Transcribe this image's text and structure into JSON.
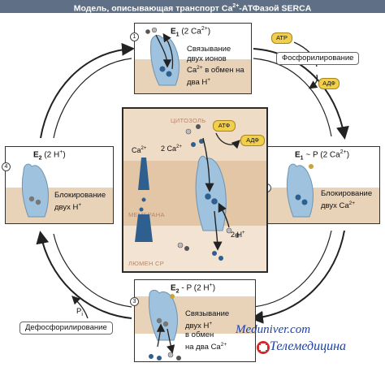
{
  "title": {
    "pre": "Модель, описывающая транспорт Ca",
    "sup": "2+",
    "post": "-АТФазой SERCA"
  },
  "states": {
    "s1": {
      "num": "1",
      "name": "E",
      "sub": "1",
      "rest": " (2 Ca",
      "sup": "2+",
      "close": ")",
      "desc": {
        "l1": "Связывание",
        "l2": "двух ионов",
        "l3a": "Ca",
        "l3sup": "2+",
        "l3b": " в обмен на",
        "l4": "два H",
        "l4sup": "+"
      }
    },
    "s2": {
      "num": "2",
      "name": "E",
      "sub": "1",
      "rest": " ~ P (2 Ca",
      "sup": "2+",
      "close": ")",
      "desc": {
        "l1": "Блокирование",
        "l2a": "двух Ca",
        "l2sup": "2+"
      }
    },
    "s3": {
      "num": "3",
      "name": "E",
      "sub": "2",
      "rest": " - P (2 H",
      "sup": "+",
      "close": ")",
      "desc": {
        "l1": "Связывание",
        "l2a": "двух H",
        "l2sup": "+",
        "l3": "в обмен",
        "l4a": "на два Ca",
        "l4sup": "2+"
      }
    },
    "s4": {
      "num": "4",
      "name": "E",
      "sub": "2",
      "rest": " (2 H",
      "sup": "+",
      "close": ")",
      "desc": {
        "l1": "Блокирование",
        "l2a": "двух H",
        "l2sup": "+"
      }
    }
  },
  "center": {
    "zone_top": "ЦИТОЗОЛЬ",
    "zone_mid": "МЕМБРАНА",
    "zone_bot": "ЛЮМЕН СР",
    "ca_label": "Ca",
    "ca_sup": "2+",
    "two_ca": "2 Ca",
    "two_ca_sup": "2+",
    "two_h": "2 H",
    "two_h_sup": "+",
    "atp": "АТФ",
    "adp": "АДФ"
  },
  "right_side": {
    "atp": "АТР",
    "process": "Фосфорилирование",
    "adp": "АДФ"
  },
  "left_side": {
    "pi": "P",
    "pi_sub": "i",
    "process": "Дефосфорилирование"
  },
  "watermark": {
    "line1": "Meduniver.com",
    "line2": "Телемедицина"
  },
  "colors": {
    "title_bg": "#5f6f86",
    "membrane": "#e8d2b8",
    "protein": "#9fc3de",
    "pill": "#f1cf4a",
    "arrow": "#222222"
  }
}
